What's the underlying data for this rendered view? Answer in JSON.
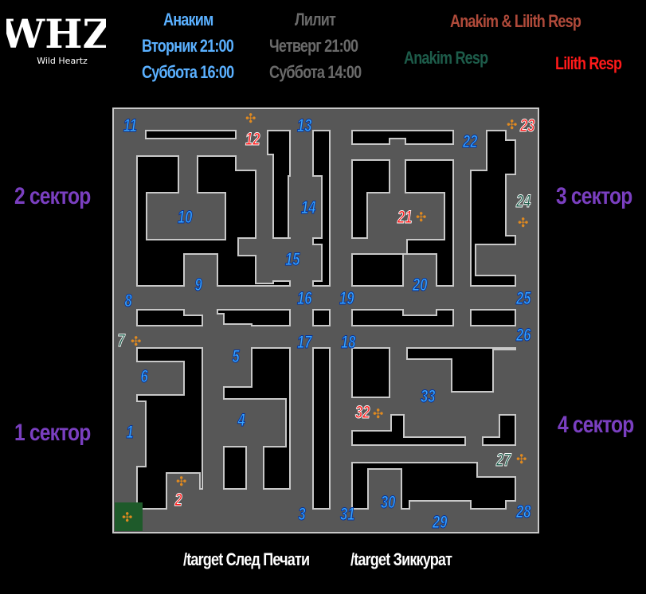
{
  "logo": {
    "text": "WHZ",
    "subtitle": "Wild Heartz"
  },
  "anakim": {
    "title": "Анаким",
    "day1": "Вторник 21:00",
    "day2": "Суббота 16:00"
  },
  "lilith": {
    "title": "Лилит",
    "day1": "Четверг 21:00",
    "day2": "Суббота 14:00"
  },
  "legend": {
    "both": "Anakim & Lilith Resp",
    "anakim": "Anakim Resp",
    "lilith": "Lilith Resp"
  },
  "colors": {
    "anakim": "#1d5c4a",
    "lilith": "#ff1a1a",
    "both": "#8a4a40",
    "room": "#3aa8ff",
    "sector": "#7a3fc0"
  },
  "sectors": {
    "s1": "1 сектор",
    "s2": "2 сектор",
    "s3": "3 сектор",
    "s4": "4 сектор"
  },
  "footer": {
    "t1": "/target След Печати",
    "t2": "/target Зиккурат"
  },
  "rooms": [
    "1",
    "2",
    "3",
    "4",
    "5",
    "6",
    "7",
    "8",
    "9",
    "10",
    "11",
    "12",
    "13",
    "14",
    "15",
    "16",
    "17",
    "18",
    "19",
    "20",
    "21",
    "22",
    "23",
    "24",
    "25",
    "26",
    "27",
    "28",
    "29",
    "30",
    "31",
    "32",
    "33"
  ],
  "spawn_icon": "pinwheel-icon"
}
